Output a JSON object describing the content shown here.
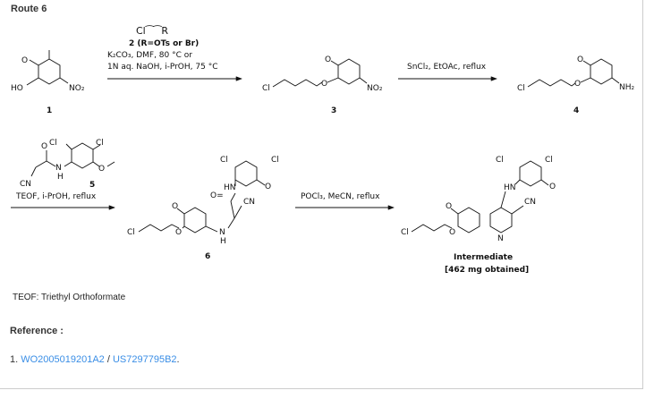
{
  "title": "Route 6",
  "steps": [
    {
      "reagent": "Cl⁀⁀R",
      "line1": "2 (R=OTs or Br)",
      "line2": "K₂CO₃, DMF, 80 °C or",
      "line3": "1N aq. NaOH, i-PrOH, 75 °C"
    },
    {
      "line1": "SnCl₂, EtOAc, reflux"
    },
    {
      "line1": "TEOF, i-PrOH, reflux"
    },
    {
      "line1": "POCl₃, MeCN, reflux"
    }
  ],
  "compounds": {
    "c1": {
      "label": "1",
      "ho": "HO",
      "o": "O",
      "no2": "NO₂"
    },
    "c3": {
      "label": "3",
      "cl": "Cl",
      "o1": "O",
      "o2": "O",
      "no2": "NO₂"
    },
    "c4": {
      "label": "4",
      "cl": "Cl",
      "o1": "O",
      "o2": "O",
      "nh2": "NH₂"
    },
    "c5": {
      "label": "5",
      "cl1": "Cl",
      "cl2": "Cl",
      "o1": "O",
      "o2": "O",
      "nh": "N",
      "h": "H",
      "cn": "CN"
    },
    "c6": {
      "label": "6",
      "cl1": "Cl",
      "cl2": "Cl",
      "cl3": "Cl",
      "o1": "O",
      "o2": "O",
      "o3": "O",
      "hn": "HN",
      "oeq": "O=",
      "cn": "CN",
      "n": "N",
      "h": "H"
    },
    "product": {
      "label": "Intermediate",
      "amount": "[462 mg obtained]",
      "cl1": "Cl",
      "cl2": "Cl",
      "cl3": "Cl",
      "o1": "O",
      "o2": "O",
      "o3": "O",
      "hn": "HN",
      "cn": "CN",
      "n": "N"
    }
  },
  "note": "TEOF: Triethyl Orthoformate",
  "reference": {
    "heading": "Reference :",
    "prefix": "1. ",
    "link1": "WO2005019201A2",
    "sep": " / ",
    "link2": "US7297795B2",
    "suffix": "."
  }
}
